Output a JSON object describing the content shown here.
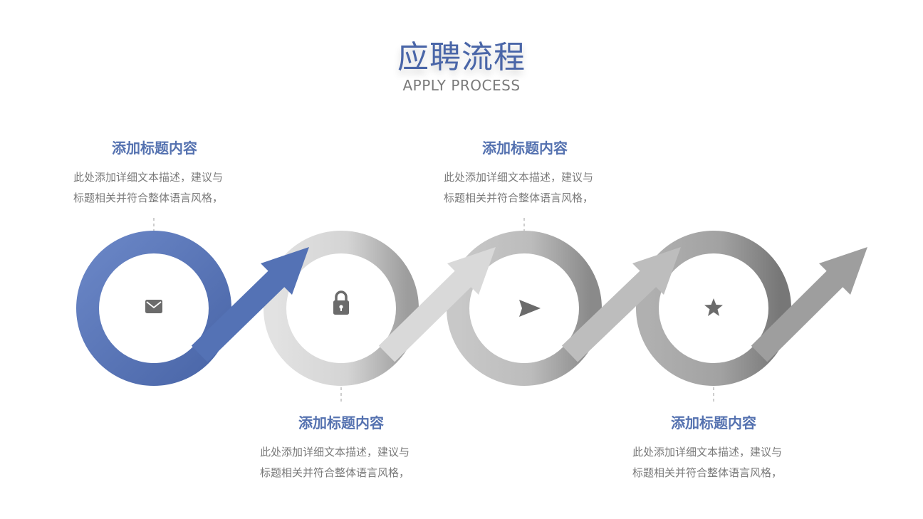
{
  "header": {
    "title": "应聘流程",
    "subtitle": "APPLY PROCESS"
  },
  "steps": [
    {
      "title": "添加标题内容",
      "desc": "此处添加详细文本描述，建议与\n标题相关并符合整体语言风格，",
      "icon": "envelope-icon",
      "ring_color": "#5472b5",
      "active": true
    },
    {
      "title": "添加标题内容",
      "desc": "此处添加详细文本描述，建议与\n标题相关并符合整体语言风格，",
      "icon": "lock-icon",
      "ring_color": "#d9d9d9",
      "active": false
    },
    {
      "title": "添加标题内容",
      "desc": "此处添加详细文本描述，建议与\n标题相关并符合整体语言风格，",
      "icon": "paper-plane-icon",
      "ring_color": "#bdbdbd",
      "active": false
    },
    {
      "title": "添加标题内容",
      "desc": "此处添加详细文本描述，建议与\n标题相关并符合整体语言风格，",
      "icon": "star-icon",
      "ring_color": "#9e9e9e",
      "active": false
    }
  ],
  "colors": {
    "accent": "#5472b5",
    "title": "#4a66a8",
    "text": "#7a7a7a",
    "icon": "#6b6b6b"
  }
}
